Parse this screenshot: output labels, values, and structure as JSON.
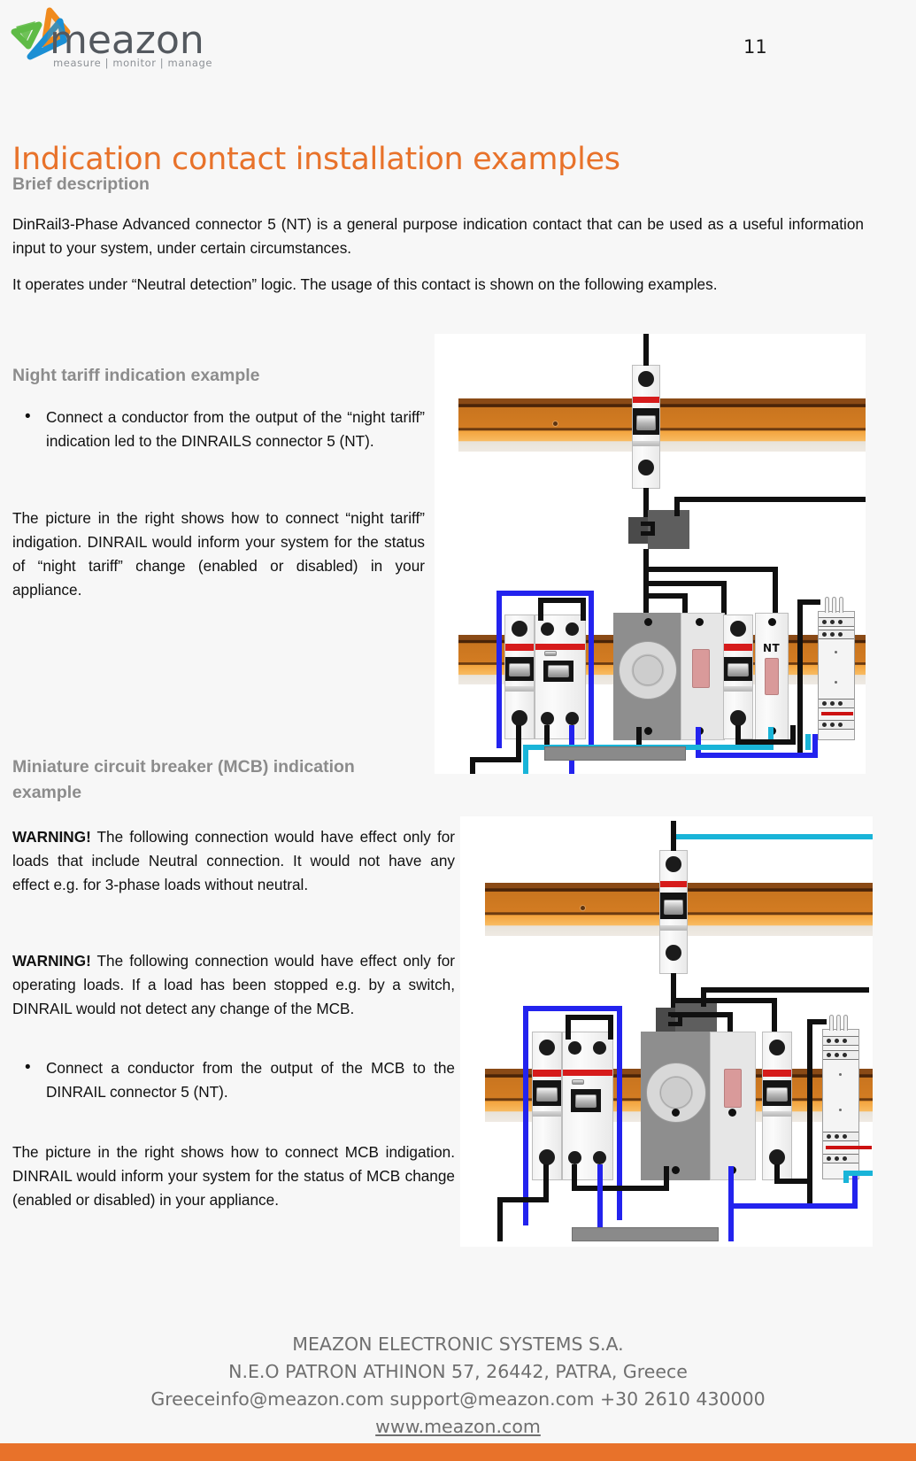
{
  "header": {
    "logo_word": "meazon",
    "logo_tagline": "measure  |  monitor  |  manage",
    "page_number": "11"
  },
  "title": "Indication contact installation examples",
  "sections": {
    "brief": {
      "heading": "Brief description",
      "paragraph_1": "DinRail3-Phase Advanced connector 5 (NT) is a general purpose indication contact that can be used as a useful information input to your system, under certain circumstances.",
      "paragraph_2": "It operates under “Neutral detection” logic. The usage of this contact is shown on the following examples."
    },
    "night_tariff": {
      "heading": "Night tariff indication example",
      "bullet_1": "Connect a conductor from the output of the “night tariff” indication led to the DINRAILS connector 5 (NT).",
      "paragraph_1": "The picture in the right shows how to connect “night tariff” indigation. DINRAIL would inform your system for the status of “night tariff” change (enabled or disabled) in your appliance."
    },
    "mcb": {
      "heading_line_1": "Miniature circuit breaker (MCB) indication",
      "heading_line_2": "example",
      "warning_label": "WARNING!",
      "warning_1": " The following connection would have effect only for loads that include Neutral connection. It would not have any effect e.g. for 3-phase loads without neutral.",
      "warning_2": " The following connection would have effect only for operating loads. If a load has been stopped e.g. by a switch, DINRAIL would not detect any change of the MCB.",
      "bullet_1": "Connect a conductor from the output of the MCB to the DINRAIL connector 5 (NT).",
      "paragraph_1": "The picture in the right shows how to connect MCB indigation. DINRAIL would inform your system for the status of MCB change (enabled or disabled) in your appliance."
    }
  },
  "figures": {
    "night_tariff_diagram": {
      "alt": "DIN rail installation wiring diagram for night tariff indication",
      "nt_module_label": "NT"
    },
    "mcb_diagram": {
      "alt": "DIN rail installation wiring diagram for MCB indication"
    }
  },
  "footer": {
    "company": "MEAZON ELECTRONIC SYSTEMS S.A.",
    "address": "N.E.O PATRON ATHINON 57, 26442, PATRA, Greece",
    "contacts": "Greeceinfo@meazon.com   support@meazon.com   +30 2610 430000",
    "website": "www.meazon.com"
  },
  "colors": {
    "accent": "#E8722A",
    "heading_grey": "#8c8c8c",
    "footer_grey": "#6f6f6f"
  }
}
